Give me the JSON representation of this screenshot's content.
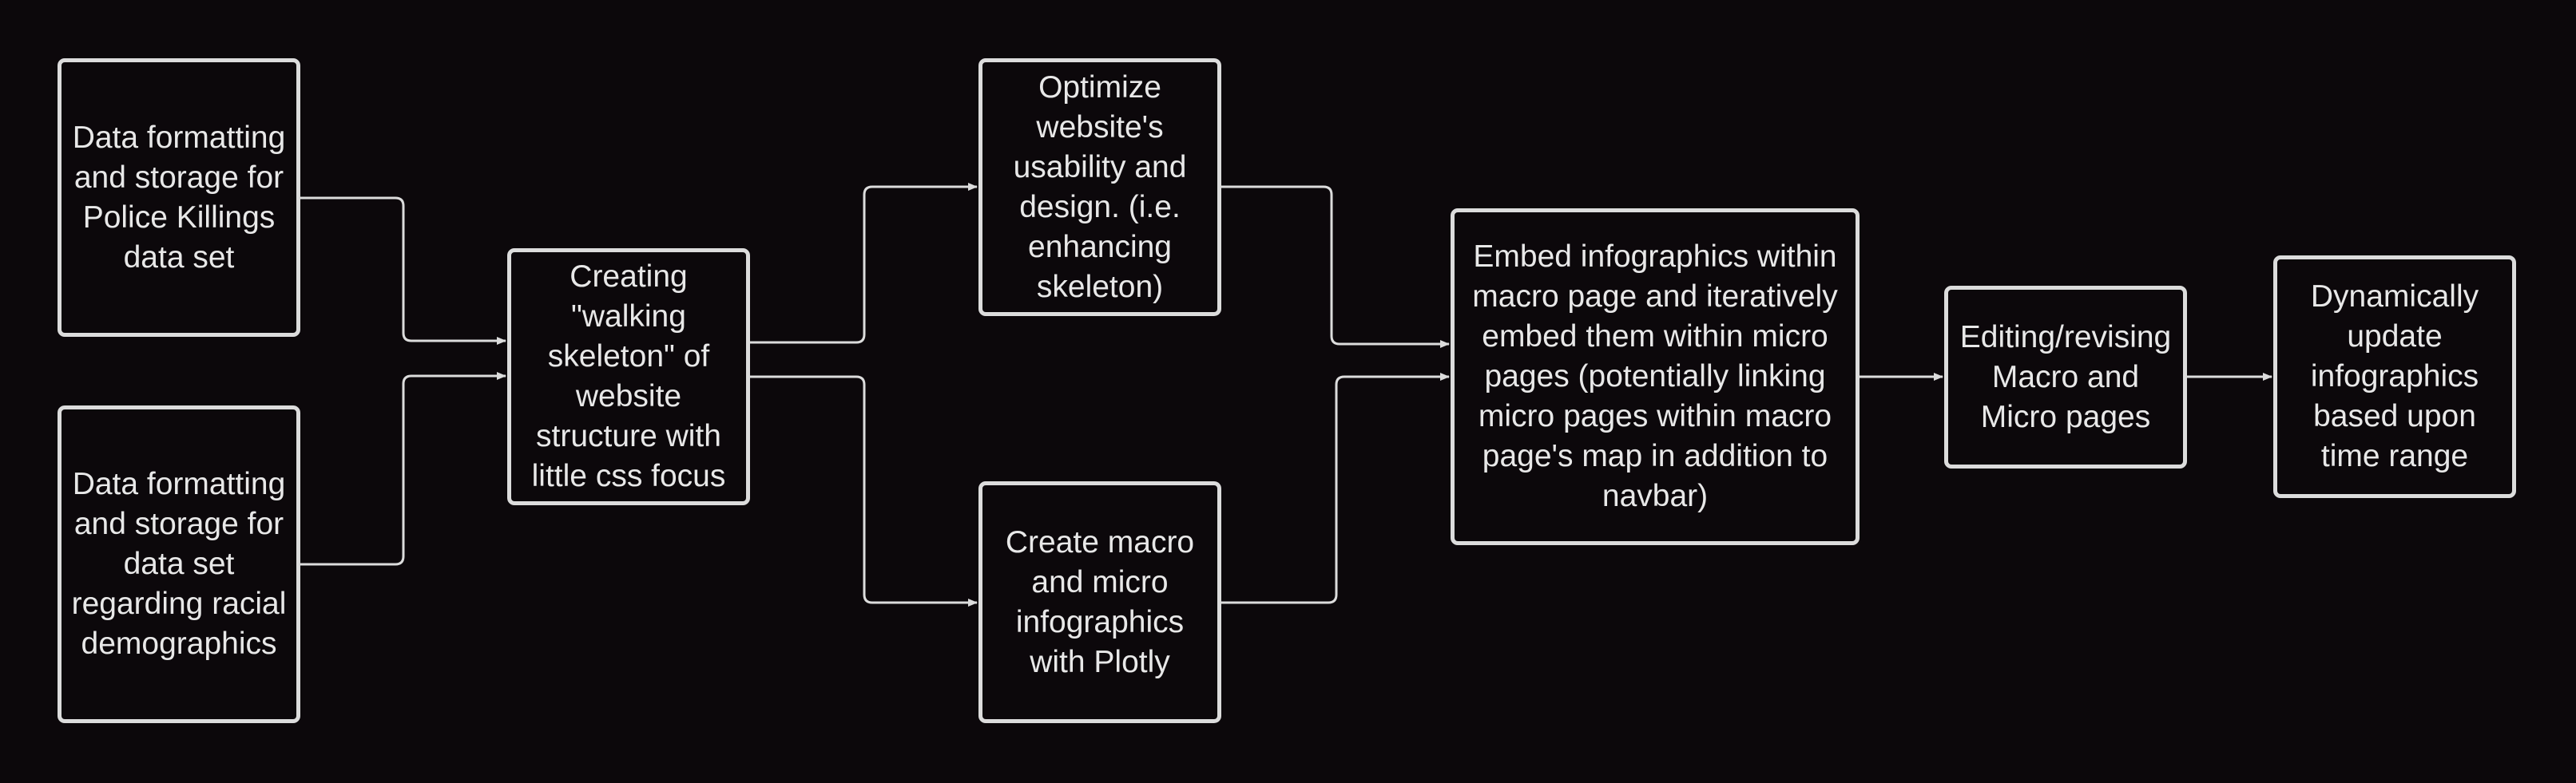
{
  "diagram": {
    "nodes": {
      "police_killings": "Data formatting and storage for Police Killings data set",
      "racial_demographics": "Data formatting and storage for data set regarding racial demographics",
      "walking_skeleton": "Creating \"walking skeleton\" of website structure with little css focus",
      "optimize_usability": "Optimize website's usability and design. (i.e. enhancing skeleton)",
      "create_infographics": "Create macro and micro infographics with Plotly",
      "embed_infographics": "Embed infographics within macro page and iteratively embed them within micro pages (potentially linking micro pages within macro page's map in addition to navbar)",
      "editing_revising": "Editing/revising Macro and Micro pages",
      "dynamic_update": "Dynamically update infographics based upon time range"
    },
    "edges": [
      {
        "from": "police_killings",
        "to": "walking_skeleton"
      },
      {
        "from": "racial_demographics",
        "to": "walking_skeleton"
      },
      {
        "from": "walking_skeleton",
        "to": "optimize_usability"
      },
      {
        "from": "walking_skeleton",
        "to": "create_infographics"
      },
      {
        "from": "optimize_usability",
        "to": "embed_infographics"
      },
      {
        "from": "create_infographics",
        "to": "embed_infographics"
      },
      {
        "from": "embed_infographics",
        "to": "editing_revising"
      },
      {
        "from": "editing_revising",
        "to": "dynamic_update"
      }
    ],
    "colors": {
      "background": "#0c080b",
      "stroke": "#dcdcdc",
      "text": "#e8e8e8"
    }
  }
}
